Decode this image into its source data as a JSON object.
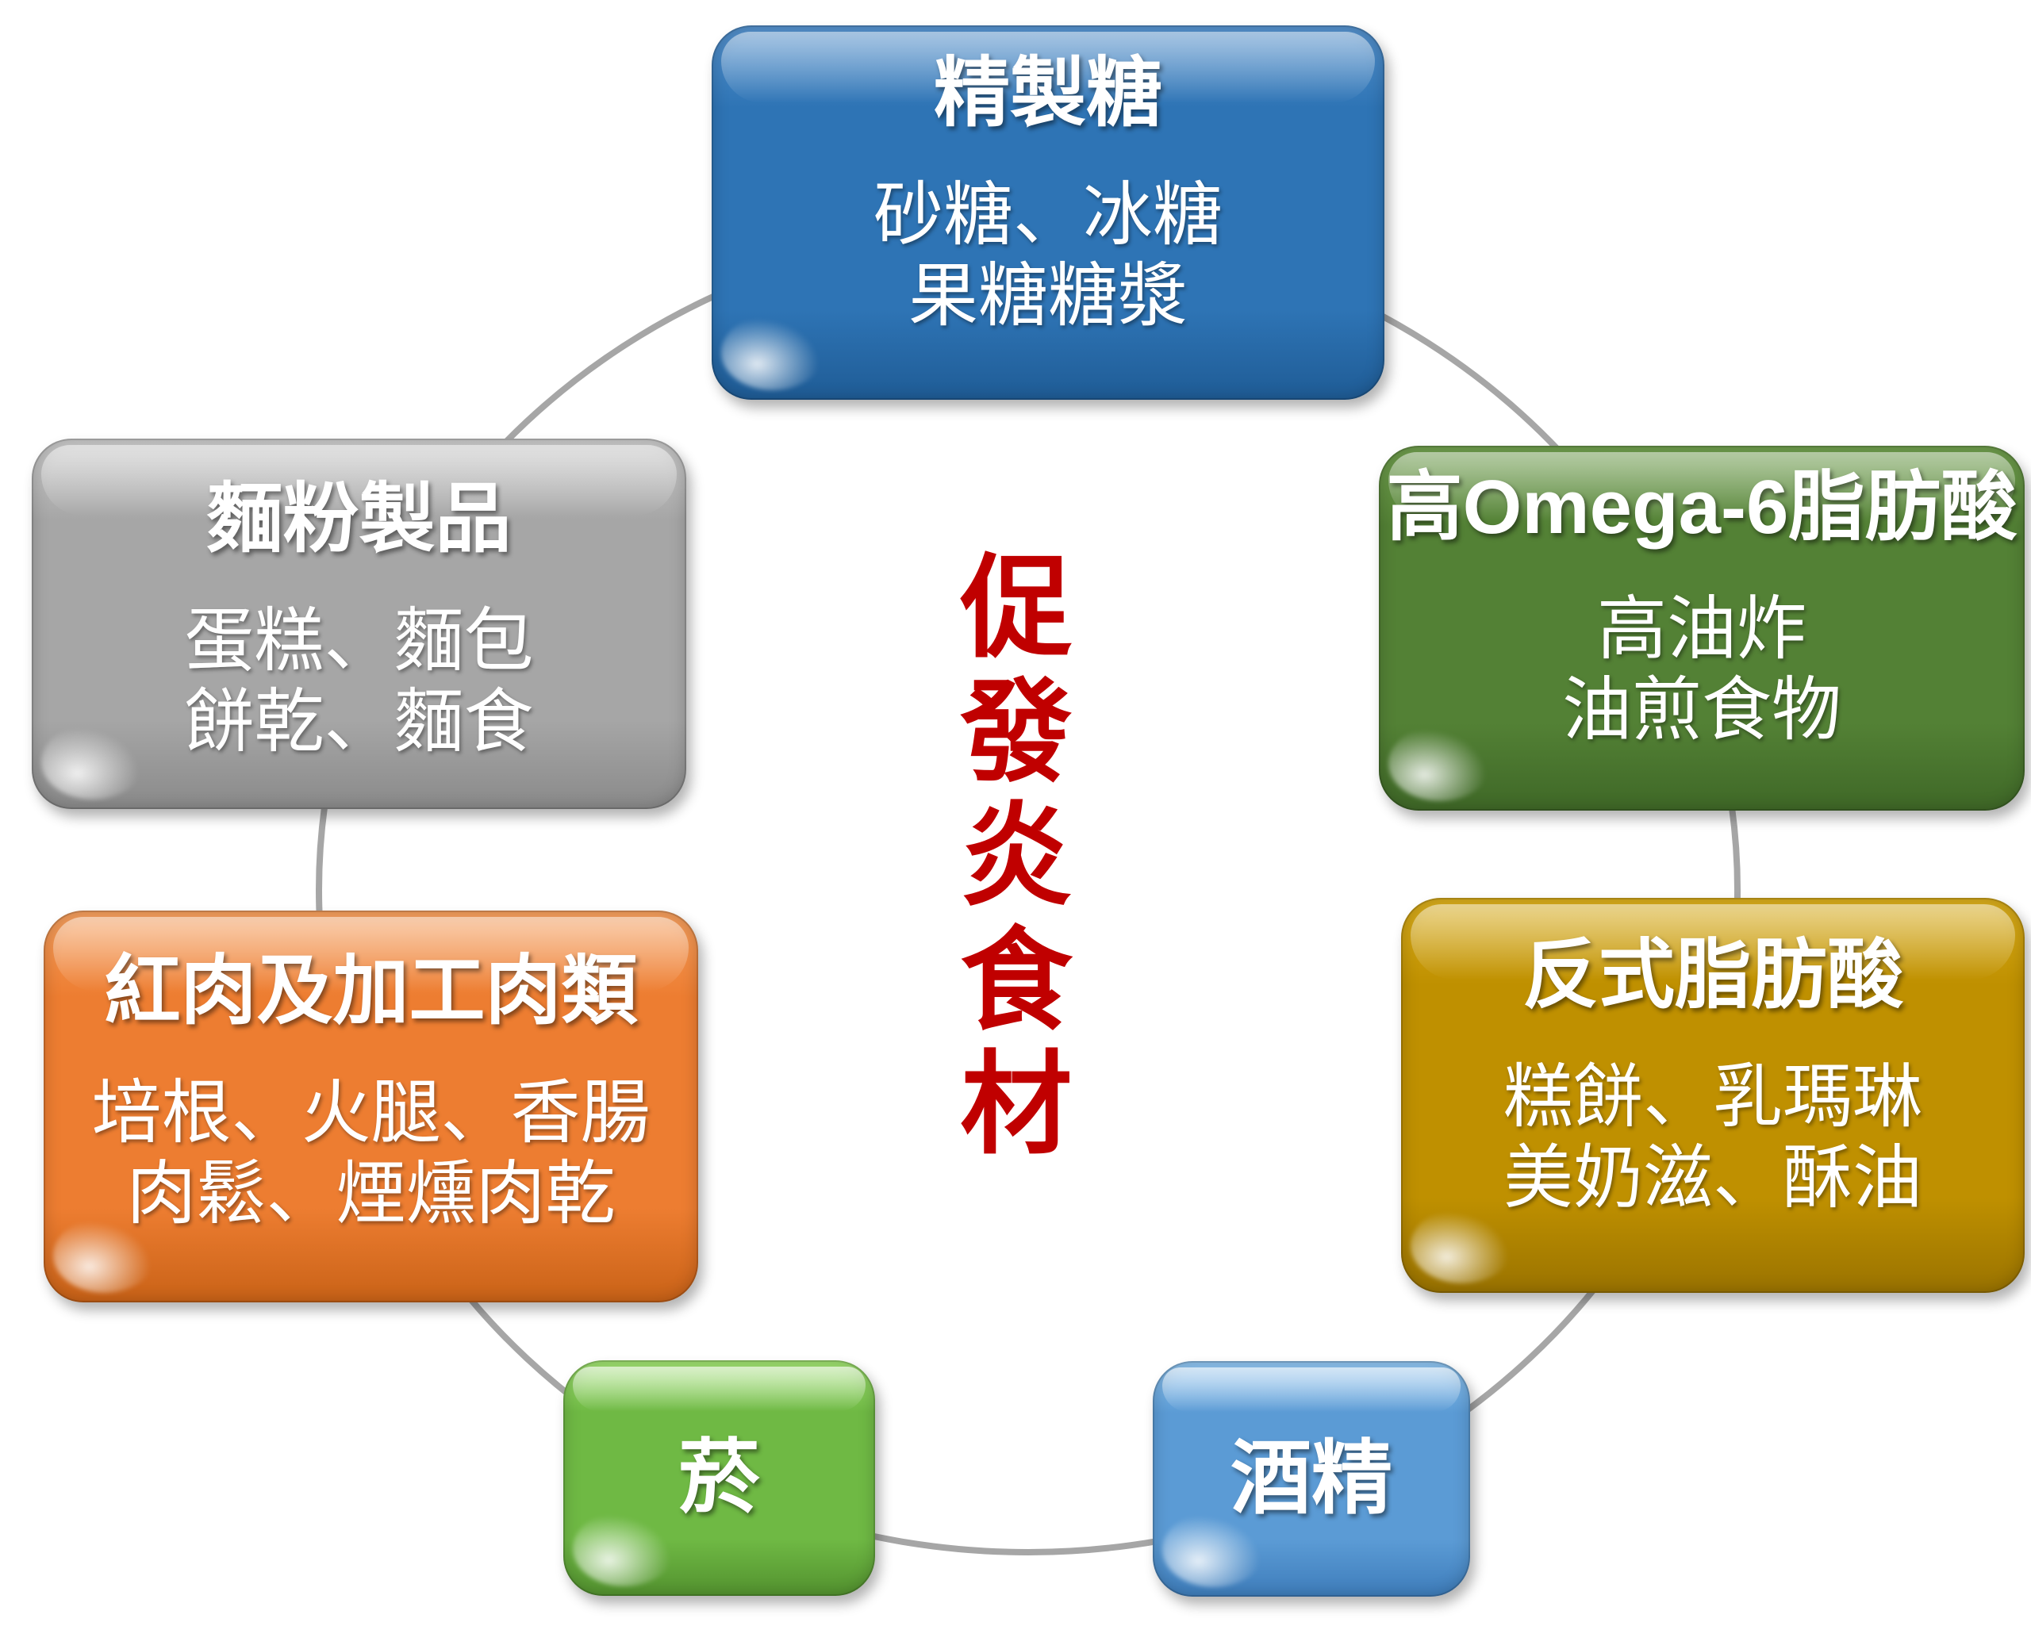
{
  "diagram": {
    "center_label": "促發炎食材",
    "nodes": [
      {
        "key": "refined-sugar",
        "title": "精製糖",
        "body_lines": [
          "砂糖、冰糖",
          "果糖糖漿"
        ]
      },
      {
        "key": "omega6-fatty-acid",
        "title": "高Omega-6脂肪酸",
        "body_lines": [
          "高油炸",
          "油煎食物"
        ]
      },
      {
        "key": "trans-fat",
        "title": "反式脂肪酸",
        "body_lines": [
          "糕餅、乳瑪琳",
          "美奶滋、酥油"
        ]
      },
      {
        "key": "alcohol",
        "title": "酒精",
        "body_lines": []
      },
      {
        "key": "tobacco",
        "title": "菸",
        "body_lines": []
      },
      {
        "key": "red-processed-meat",
        "title": "紅肉及加工肉類",
        "body_lines": [
          "培根、火腿、香腸",
          "肉鬆、煙燻肉乾"
        ]
      },
      {
        "key": "flour-products",
        "title": "麵粉製品",
        "body_lines": [
          "蛋糕、麵包",
          "餅乾、麵食"
        ]
      }
    ],
    "colors": {
      "center_text": "#C00000",
      "connector_ring": "#A6A6A6",
      "refined_sugar": "#2E74B5",
      "omega6_fatty_acid": "#538135",
      "trans_fat": "#BF9000",
      "alcohol": "#5B9BD5",
      "tobacco": "#70AD47",
      "red_processed_meat": "#ED7D31",
      "flour_products": "#A6A6A6",
      "text": "#FFFFFF"
    }
  }
}
